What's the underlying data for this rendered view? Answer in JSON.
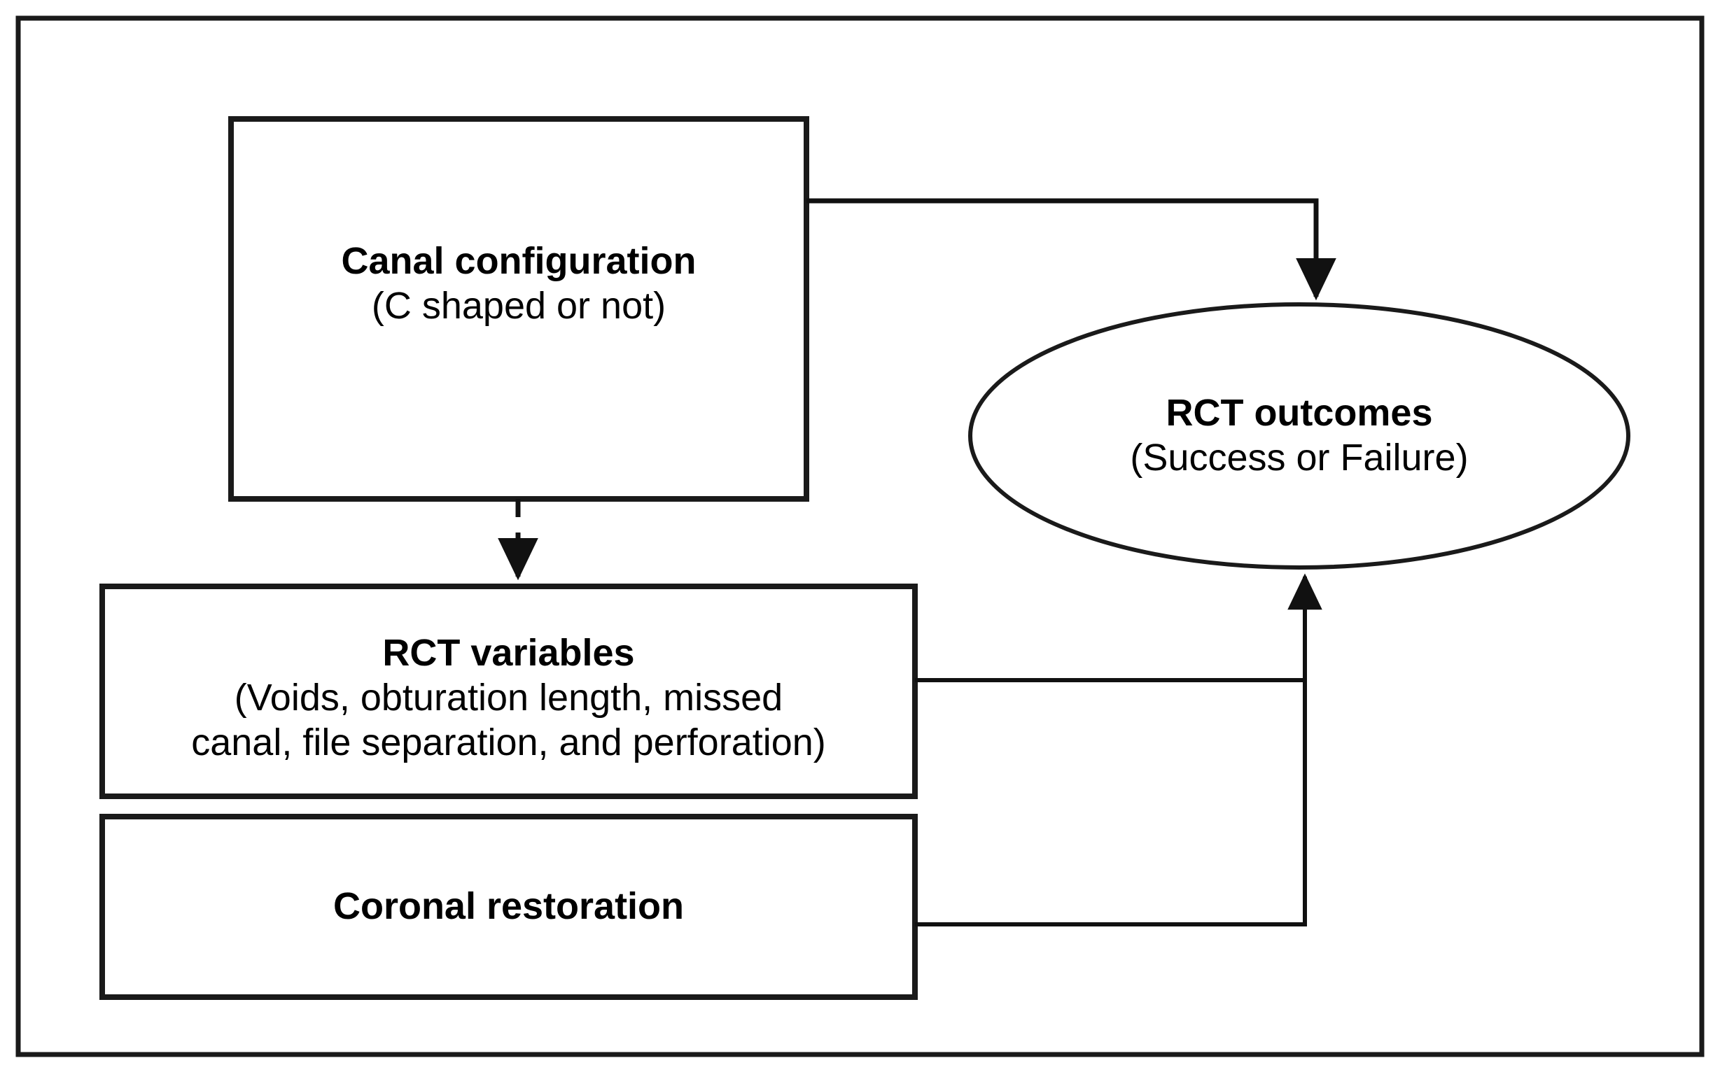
{
  "diagram": {
    "type": "flowchart",
    "background_color": "#ffffff",
    "stroke_color": "#1a1a1a",
    "frame": {
      "label": "outer-frame"
    },
    "nodes": [
      {
        "id": "canal-configuration",
        "shape": "rectangle",
        "title": "Canal configuration",
        "subtitle": "(C shaped or not)"
      },
      {
        "id": "rct-outcomes",
        "shape": "ellipse",
        "title": "RCT outcomes",
        "subtitle": "(Success or Failure)"
      },
      {
        "id": "rct-variables",
        "shape": "rectangle",
        "title": "RCT variables",
        "subtitle_line1": "(Voids, obturation length, missed",
        "subtitle_line2": "canal, file separation, and perforation)"
      },
      {
        "id": "coronal-restoration",
        "shape": "rectangle",
        "title": "Coronal restoration",
        "subtitle": ""
      }
    ],
    "edges": [
      {
        "id": "canal-to-outcomes",
        "from": "canal-configuration",
        "to": "rct-outcomes",
        "style": "solid",
        "arrow": "end"
      },
      {
        "id": "canal-to-variables",
        "from": "canal-configuration",
        "to": "rct-variables",
        "style": "dashed",
        "arrow": "end"
      },
      {
        "id": "variables-to-outcomes",
        "from": "rct-variables",
        "to": "rct-outcomes",
        "style": "solid",
        "arrow": "end"
      },
      {
        "id": "coronal-to-outcomes",
        "from": "coronal-restoration",
        "to": "rct-outcomes",
        "style": "solid",
        "arrow": "end"
      }
    ]
  }
}
